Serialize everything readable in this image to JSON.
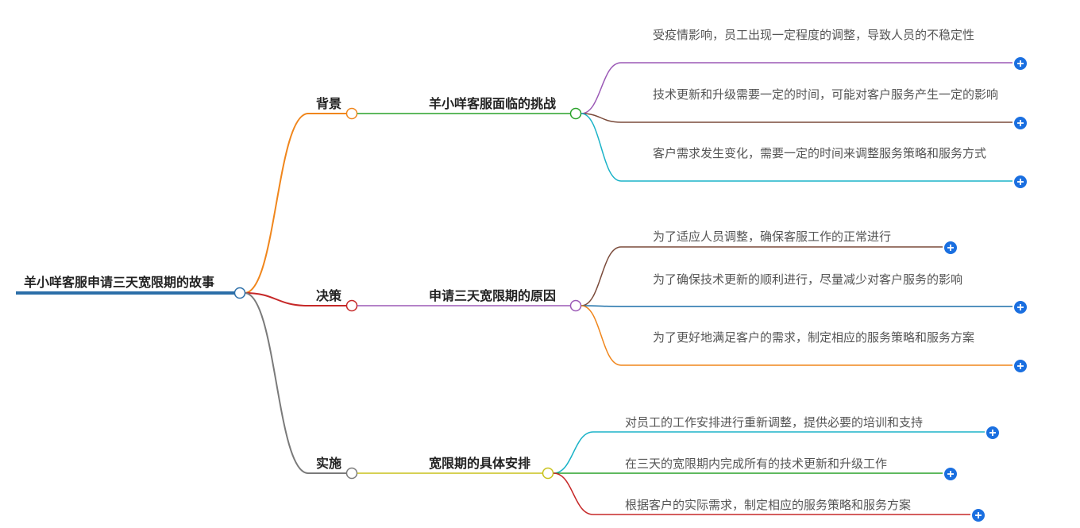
{
  "root": {
    "label": "羊小咩客服申请三天宽限期的故事",
    "color": "#2b6ea8"
  },
  "branches": [
    {
      "label": "背景",
      "color": "#f0861c",
      "child": {
        "label": "羊小咩客服面临的挑战",
        "color": "#2aa22a",
        "leaves": [
          {
            "text": "受疫情影响，员工出现一定程度的调整，导致人员的不稳定性",
            "color": "#9b59b6"
          },
          {
            "text": "技术更新和升级需要一定的时间，可能对客户服务产生一定的影响",
            "color": "#7a4a3a"
          },
          {
            "text": "客户需求发生变化，需要一定的时间来调整服务策略和服务方式",
            "color": "#1bb3c8"
          }
        ]
      }
    },
    {
      "label": "决策",
      "color": "#c62828",
      "child": {
        "label": "申请三天宽限期的原因",
        "color": "#9b59b6",
        "leaves": [
          {
            "text": "为了适应人员调整，确保客服工作的正常进行",
            "color": "#7a4a3a"
          },
          {
            "text": "为了确保技术更新的顺利进行，尽量减少对客户服务的影响",
            "color": "#1b6fa8"
          },
          {
            "text": "为了更好地满足客户的需求，制定相应的服务策略和服务方案",
            "color": "#f0861c"
          }
        ]
      }
    },
    {
      "label": "实施",
      "color": "#7a7a7a",
      "child": {
        "label": "宽限期的具体安排",
        "color": "#c8c21b",
        "leaves": [
          {
            "text": "对员工的工作安排进行重新调整，提供必要的培训和支持",
            "color": "#1bb3c8"
          },
          {
            "text": "在三天的宽限期内完成所有的技术更新和升级工作",
            "color": "#2aa22a"
          },
          {
            "text": "根据客户的实际需求，制定相应的服务策略和服务方案",
            "color": "#c62828"
          }
        ]
      }
    }
  ],
  "expand_button_color": "#1a6fe0"
}
